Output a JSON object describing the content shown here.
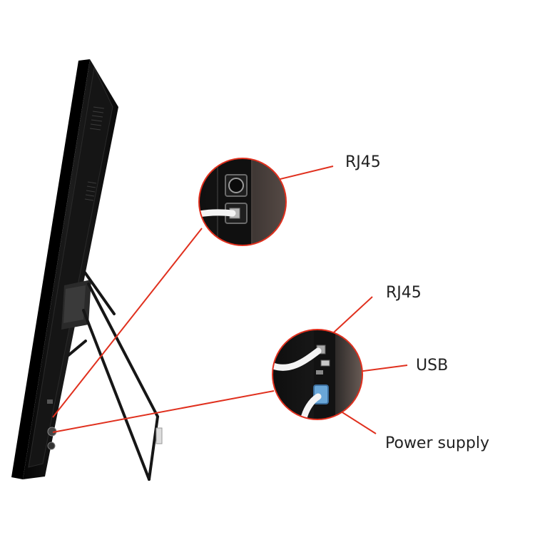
{
  "labels": {
    "rj45_top": "RJ45",
    "rj45_bottom": "RJ45",
    "usb": "USB",
    "power_supply": "Power supply"
  },
  "colors": {
    "callout_line": "#e0301e",
    "panel": "#111111",
    "stand": "#161616",
    "background": "#ffffff",
    "cable": "#f4f4f4",
    "power_plug": "#6aa7d8"
  },
  "icons": {
    "display": "display-panel-icon",
    "stand": "easel-stand-icon",
    "zoom_top": "rj45-port-zoom-icon",
    "zoom_bottom": "connector-ports-zoom-icon"
  }
}
